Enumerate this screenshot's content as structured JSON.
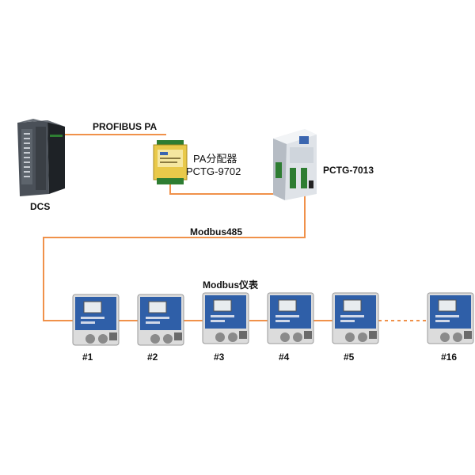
{
  "devices": {
    "dcs": {
      "label": "DCS"
    },
    "pa_distributor": {
      "name": "PA分配器",
      "model": "PCTG-9702"
    },
    "gateway": {
      "label": "PCTG-7013"
    }
  },
  "links": {
    "profibus": "PROFIBUS PA",
    "modbus485": "Modbus485"
  },
  "instruments": {
    "group_label": "Modbus仪表",
    "items": [
      {
        "label": "#1"
      },
      {
        "label": "#2"
      },
      {
        "label": "#3"
      },
      {
        "label": "#4"
      },
      {
        "label": "#5"
      },
      {
        "label": "#16"
      }
    ]
  },
  "colors": {
    "cable": "#f0914a",
    "meter_panel": "#2f5fa8"
  }
}
